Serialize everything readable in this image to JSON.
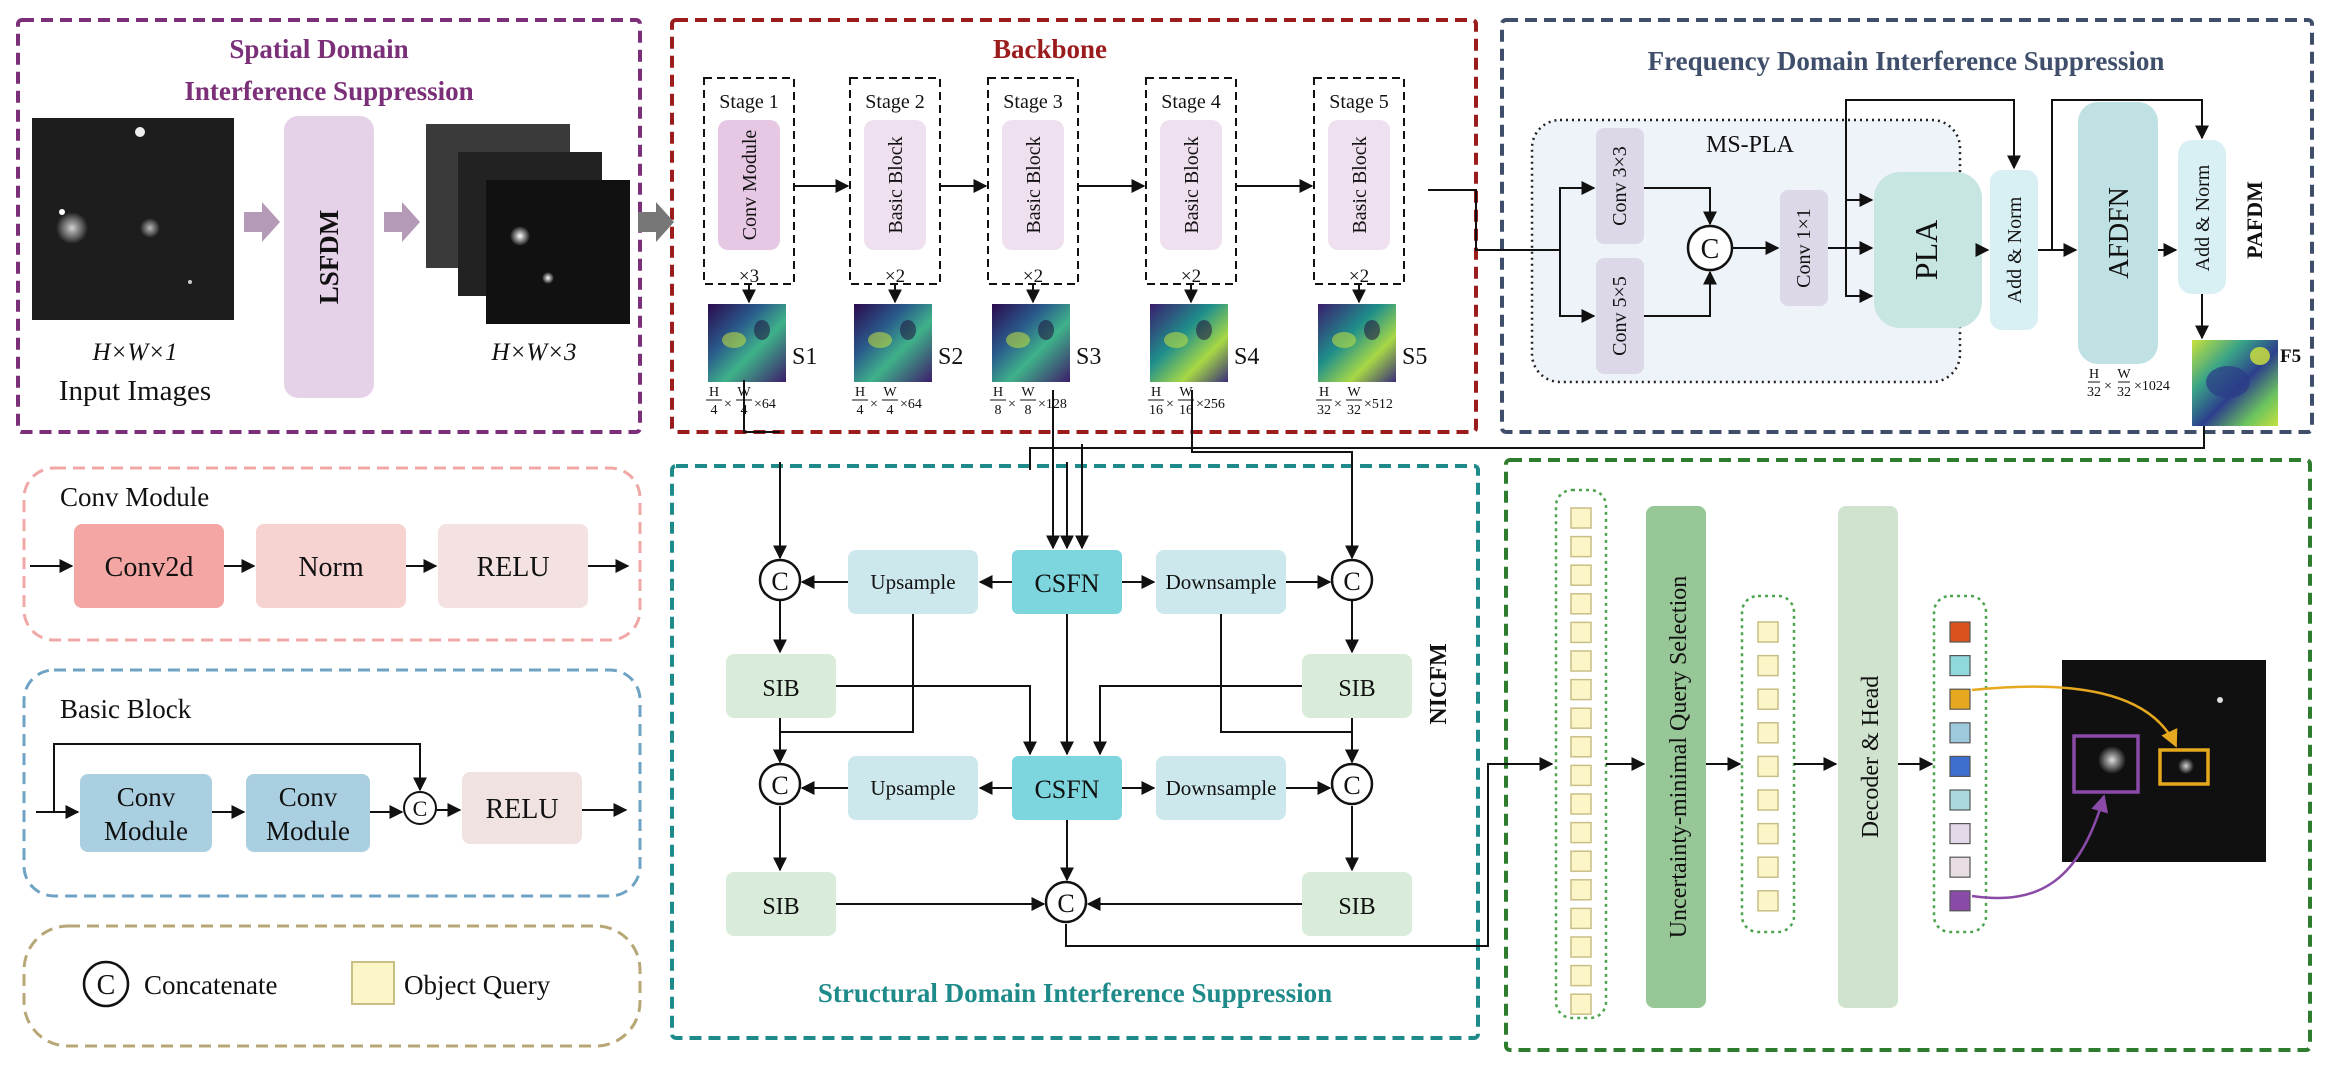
{
  "spatial": {
    "title_l1": "Spatial Domain",
    "title_l2": "Interference Suppression",
    "dim_in": "H×W×1",
    "caption_in": "Input Images",
    "module": "LSFDM",
    "dim_out": "H×W×3",
    "color": "#7a2f78"
  },
  "backbone": {
    "title": "Backbone",
    "color": "#9b1c1c",
    "stages": [
      {
        "label": "Stage 1",
        "block": "Conv Module",
        "mult": "×3",
        "feat": "S1",
        "dim_num1": "H",
        "dim_den1": "4",
        "dim_num2": "W",
        "dim_den2": "4",
        "dim_tail": "×64"
      },
      {
        "label": "Stage 2",
        "block": "Basic Block",
        "mult": "×2",
        "feat": "S2",
        "dim_num1": "H",
        "dim_den1": "4",
        "dim_num2": "W",
        "dim_den2": "4",
        "dim_tail": "×64"
      },
      {
        "label": "Stage 3",
        "block": "Basic Block",
        "mult": "×2",
        "feat": "S3",
        "dim_num1": "H",
        "dim_den1": "8",
        "dim_num2": "W",
        "dim_den2": "8",
        "dim_tail": "×128"
      },
      {
        "label": "Stage 4",
        "block": "Basic Block",
        "mult": "×2",
        "feat": "S4",
        "dim_num1": "H",
        "dim_den1": "16",
        "dim_num2": "W",
        "dim_den2": "16",
        "dim_tail": "×256"
      },
      {
        "label": "Stage 5",
        "block": "Basic Block",
        "mult": "×2",
        "feat": "S5",
        "dim_num1": "H",
        "dim_den1": "32",
        "dim_num2": "W",
        "dim_den2": "32",
        "dim_tail": "×512"
      }
    ]
  },
  "frequency": {
    "title": "Frequency Domain Interference Suppression",
    "color": "#3f4f6b",
    "mspla": "MS-PLA",
    "conv3": "Conv 3×3",
    "conv5": "Conv 5×5",
    "concat_symbol": "C",
    "conv1": "Conv 1×1",
    "pla": "PLA",
    "addnorm1": "Add & Norm",
    "afdfn": "AFDFN",
    "addnorm2": "Add & Norm",
    "pafdm": "PAFDM",
    "f5": "F5",
    "f5_num1": "H",
    "f5_den1": "32",
    "f5_num2": "W",
    "f5_den2": "32",
    "f5_tail": "×1024"
  },
  "legend": {
    "conv_module_title": "Conv Module",
    "conv2d": "Conv2d",
    "norm": "Norm",
    "relu": "RELU",
    "basic_block_title": "Basic Block",
    "conv_module_a_l1": "Conv",
    "conv_module_a_l2": "Module",
    "conv_module_b_l1": "Conv",
    "conv_module_b_l2": "Module",
    "relu2": "RELU",
    "concat_symbol": "C",
    "concatenate": "Concatenate",
    "object_query": "Object Query"
  },
  "structural": {
    "title": "Structural Domain Interference Suppression",
    "color": "#1f8a8a",
    "nicfm": "NICFM",
    "concat_symbol": "C",
    "upsample": "Upsample",
    "downsample": "Downsample",
    "csfn": "CSFN",
    "sib": "SIB"
  },
  "detection": {
    "color": "#2e7d2e",
    "query_selection": "Uncertainty-minimal Query Selection",
    "decoder_head": "Decoder & Head",
    "query_colors": [
      "#d9531e",
      "#8fd8dc",
      "#e6a81e",
      "#9ec9dd",
      "#3e6fcf",
      "#a9d8df",
      "#e4d9e8",
      "#e8dde3",
      "#8a4aa8"
    ],
    "arrow_colors": [
      "#e6a81e",
      "#8a4aa8"
    ]
  }
}
